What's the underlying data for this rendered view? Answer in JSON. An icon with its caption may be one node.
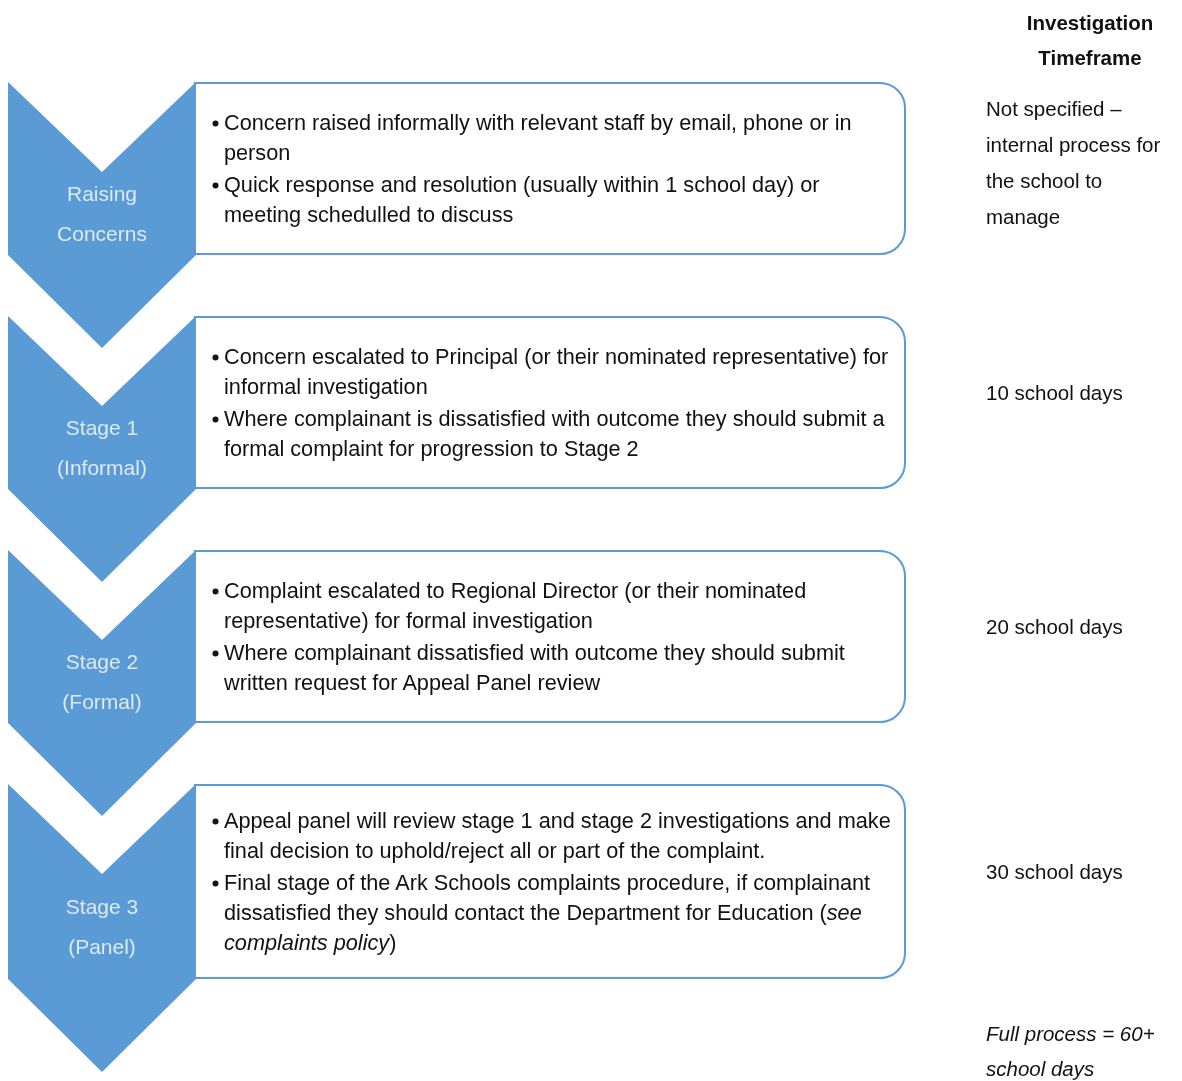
{
  "diagram": {
    "nodes": [
      {
        "text": [
          "Raising Concerns"
        ]
      },
      {
        "text": [
          "Concern raised informally with relevant staff by email, phone or in person",
          "Quick response and resolution (usually within 1 school day) or meeting schedulled to discuss"
        ],
        "beside": [
          "Not specified – internal process for the school to manage"
        ]
      },
      {
        "text": [
          "Stage 1 (Informal)"
        ]
      },
      {
        "text": [
          "Concern escalated to Principal (or their nominated representative) for informal investigation",
          "Where complainant is dissatisfied with outcome they should submit a formal complaint for progression to Stage 2"
        ],
        "beside": [
          "10 school days"
        ]
      },
      {
        "text": [
          "Stage 2 (Formal)"
        ]
      },
      {
        "text": [
          "Complaint escalated to Regional Director (or their nominated representative) for formal investigation",
          "Where complainant dissatisfied with outcome they should submit written request for Appeal Panel review"
        ],
        "beside": [
          "20 school days"
        ]
      },
      {
        "text": [
          "Stage 3 (Panel)"
        ]
      },
      {
        "text": [
          "Appeal panel will review stage 1 and stage 2 investigations and make final decision to uphold/reject all or part of the complaint.",
          "Final stage of the Ark Schools complaints procedure, if complainant dissatisfied they should contact the Department for Education (*see complaints policy*)"
        ],
        "beside": [
          "30 school days"
        ]
      }
    ],
    "labels": [
      "Investigation Timeframe",
      "Full process = 60+ school days"
    ]
  }
}
